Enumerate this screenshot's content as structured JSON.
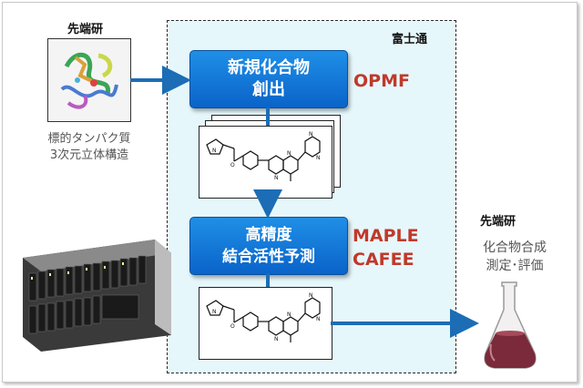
{
  "left_group": {
    "title": "先端研",
    "caption_line1": "標的タンパク質",
    "caption_line2": "3次元立体構造"
  },
  "fujitsu_zone": {
    "title": "富士通"
  },
  "step1": {
    "line1": "新規化合物",
    "line2": "創出",
    "tool": "OPMF"
  },
  "step2": {
    "line1": "高精度",
    "line2": "結合活性予測",
    "tool_line1": "MAPLE",
    "tool_line2": "CAFEE"
  },
  "right_group": {
    "title": "先端研",
    "caption_line1": "化合物合成",
    "caption_line2": "測定･評価"
  },
  "colors": {
    "box_blue": "#0a63c9",
    "arrow_blue": "#1c6db5",
    "tool_red": "#c0392b",
    "zone_bg": "#e6f7fb"
  },
  "icons": [
    "protein-structure-image",
    "server-rack-image",
    "flask-image"
  ]
}
